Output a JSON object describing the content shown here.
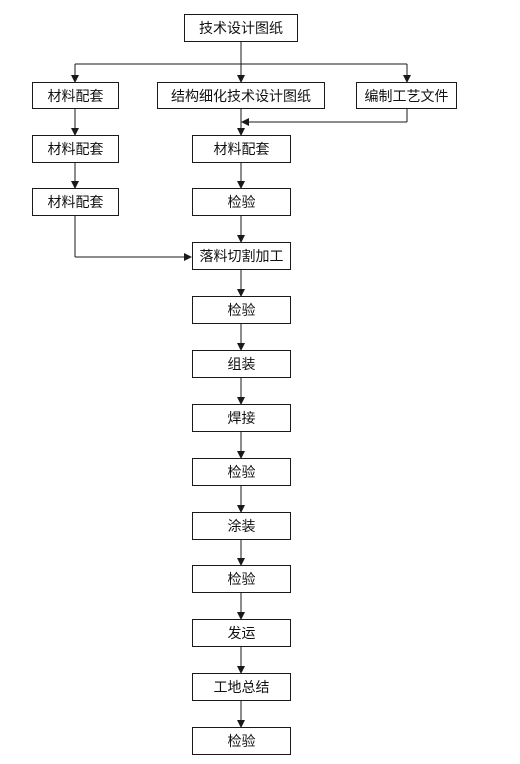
{
  "diagram": {
    "top": "技术设计图纸",
    "left_column": [
      "材料配套",
      "材料配套",
      "材料配套"
    ],
    "middle_top": "结构细化技术设计图纸",
    "right_top": "编制工艺文件",
    "middle_column": [
      "材料配套",
      "检验",
      "落料切割加工",
      "检验",
      "组装",
      "焊接",
      "检验",
      "涂装",
      "检验",
      "发运",
      "工地总结",
      "检验"
    ]
  }
}
